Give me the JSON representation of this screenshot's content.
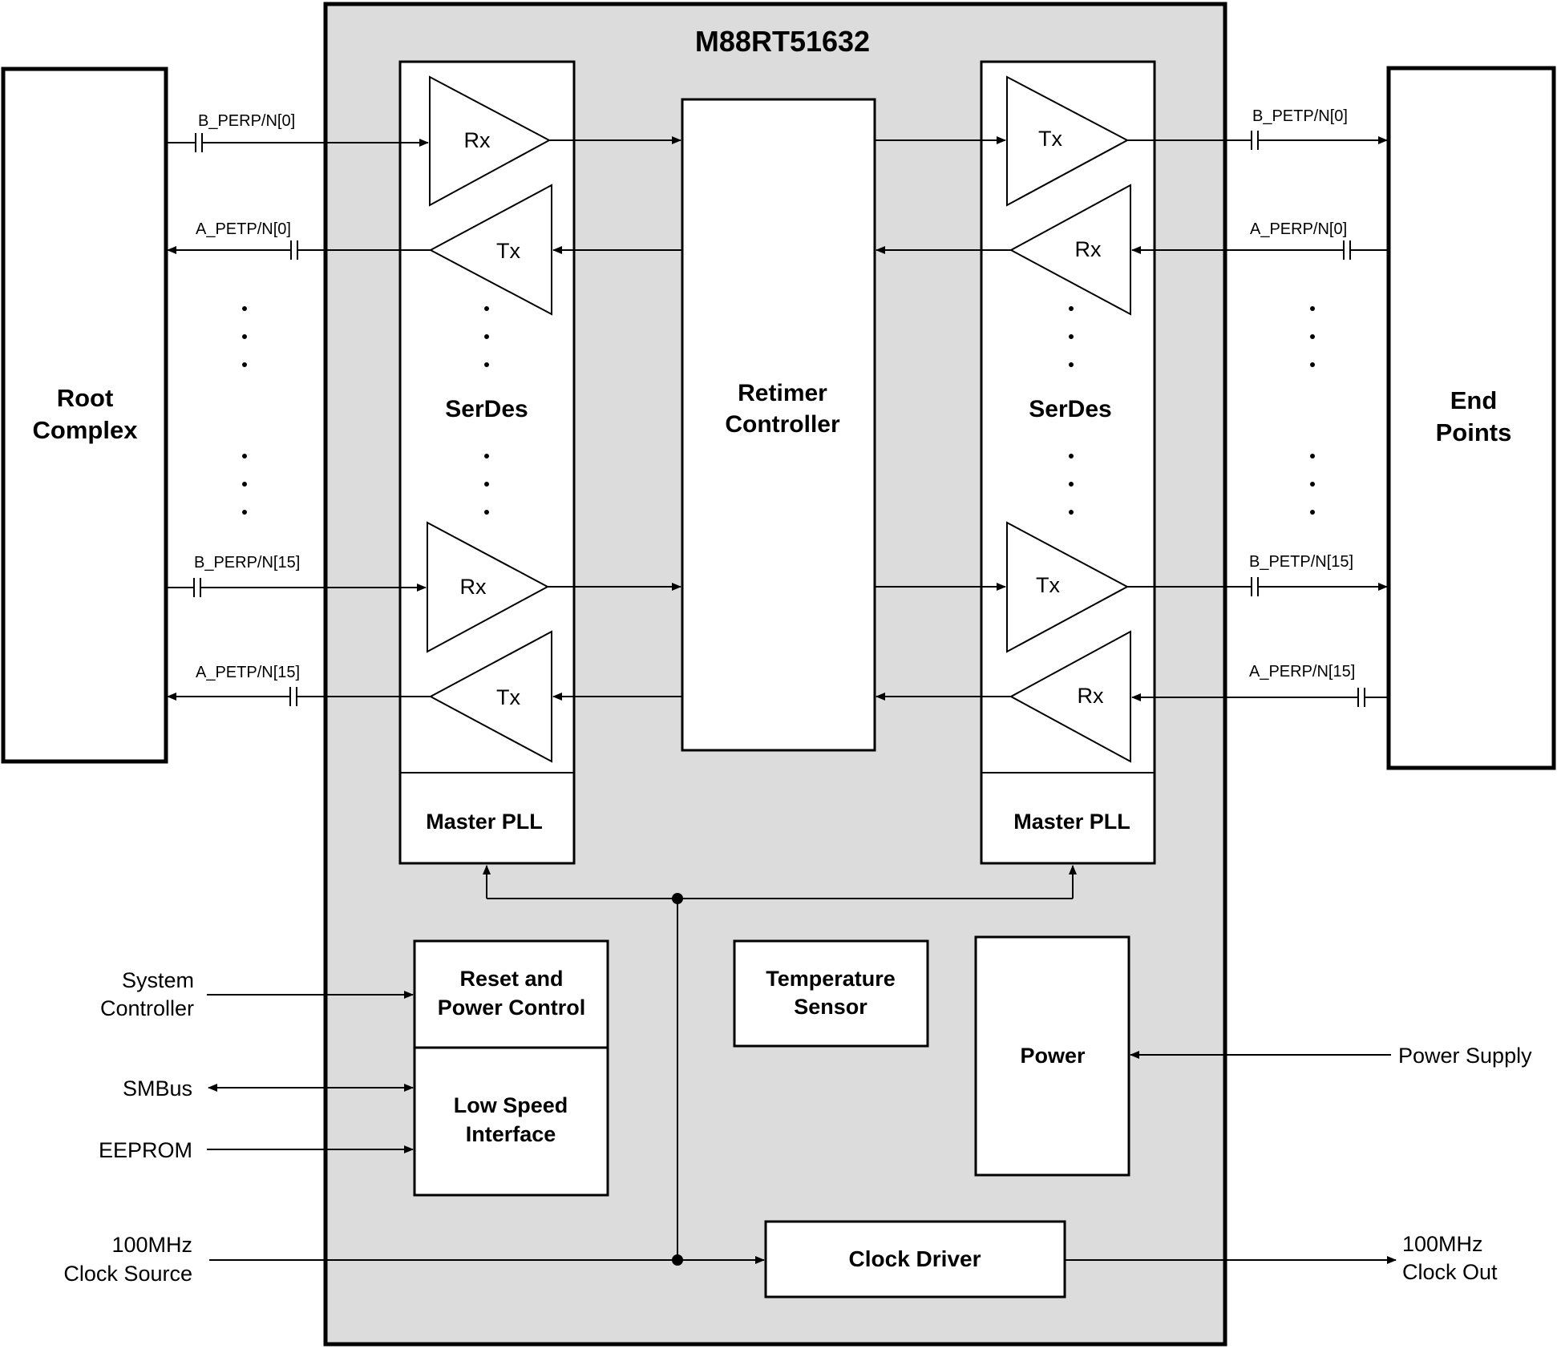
{
  "chip": {
    "title": "M88RT51632"
  },
  "root_complex": {
    "line1": "Root",
    "line2": "Complex"
  },
  "end_points": {
    "line1": "End",
    "line2": "Points"
  },
  "serdes_left": {
    "label": "SerDes",
    "pll": "Master PLL",
    "amps": [
      "Rx",
      "Tx",
      "Rx",
      "Tx"
    ]
  },
  "serdes_right": {
    "label": "SerDes",
    "pll": "Master PLL",
    "amps": [
      "Tx",
      "Rx",
      "Tx",
      "Rx"
    ]
  },
  "retimer": {
    "line1": "Retimer",
    "line2": "Controller"
  },
  "signals_left": [
    "B_PERP/N[0]",
    "A_PETP/N[0]",
    "B_PERP/N[15]",
    "A_PETP/N[15]"
  ],
  "signals_right": [
    "B_PETP/N[0]",
    "A_PERP/N[0]",
    "B_PETP/N[15]",
    "A_PERP/N[15]"
  ],
  "reset_block": {
    "line1": "Reset and",
    "line2": "Power Control"
  },
  "low_speed": {
    "line1": "Low Speed",
    "line2": "Interface"
  },
  "temp_sensor": {
    "line1": "Temperature",
    "line2": "Sensor"
  },
  "power_block": {
    "label": "Power"
  },
  "clock_driver": {
    "label": "Clock Driver"
  },
  "external": {
    "system_controller": {
      "line1": "System",
      "line2": "Controller"
    },
    "smbus": "SMBus",
    "eeprom": "EEPROM",
    "clock_source": {
      "line1": "100MHz",
      "line2": "Clock Source"
    },
    "power_supply": "Power Supply",
    "clock_out": {
      "line1": "100MHz",
      "line2": "Clock Out"
    }
  },
  "colors": {
    "chip_fill": "#dcdcdc",
    "line": "#000000",
    "block_fill": "#ffffff"
  }
}
